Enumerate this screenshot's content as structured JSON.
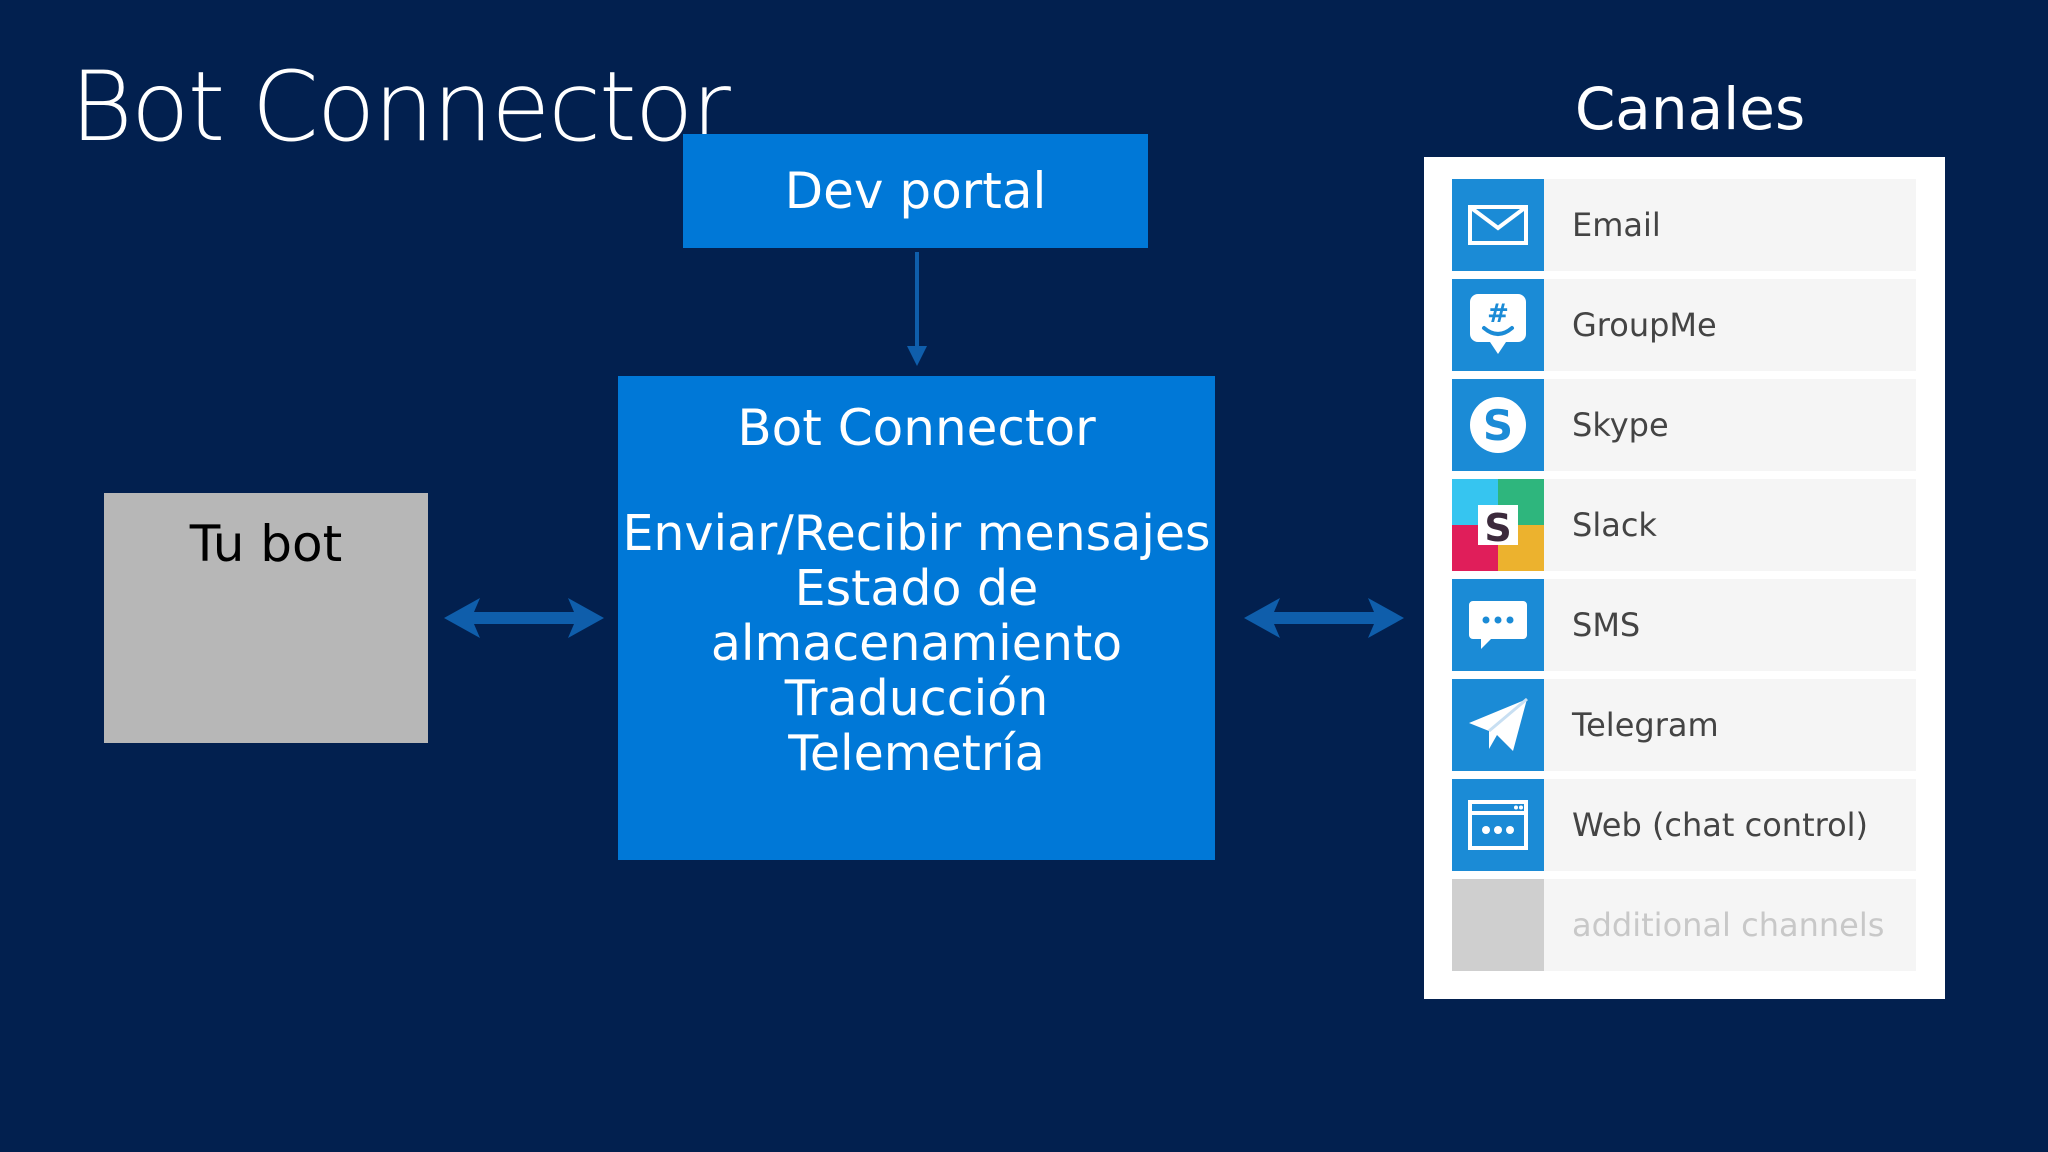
{
  "slide": {
    "title": "Bot Connector"
  },
  "dev_portal": {
    "label": "Dev portal"
  },
  "bot_connector": {
    "title": "Bot Connector",
    "features": [
      "Enviar/Recibir mensajes",
      "Estado de",
      "almacenamiento",
      "Traducción",
      "Telemetría"
    ]
  },
  "your_bot": {
    "label": "Tu bot"
  },
  "channels": {
    "title": "Canales",
    "items": [
      {
        "label": "Email",
        "icon": "envelope-icon"
      },
      {
        "label": "GroupMe",
        "icon": "groupme-icon"
      },
      {
        "label": "Skype",
        "icon": "skype-icon"
      },
      {
        "label": "Slack",
        "icon": "slack-icon"
      },
      {
        "label": "SMS",
        "icon": "chat-bubble-icon"
      },
      {
        "label": "Telegram",
        "icon": "paper-plane-icon"
      },
      {
        "label": "Web (chat control)",
        "icon": "browser-window-icon"
      },
      {
        "label": "additional channels",
        "icon": "placeholder-icon"
      }
    ]
  },
  "colors": {
    "background": "#02204f",
    "box_blue": "#0078d7",
    "icon_blue": "#1b8bd6",
    "arrow_blue": "#0f5eab",
    "bot_gray": "#b7b7b7"
  }
}
